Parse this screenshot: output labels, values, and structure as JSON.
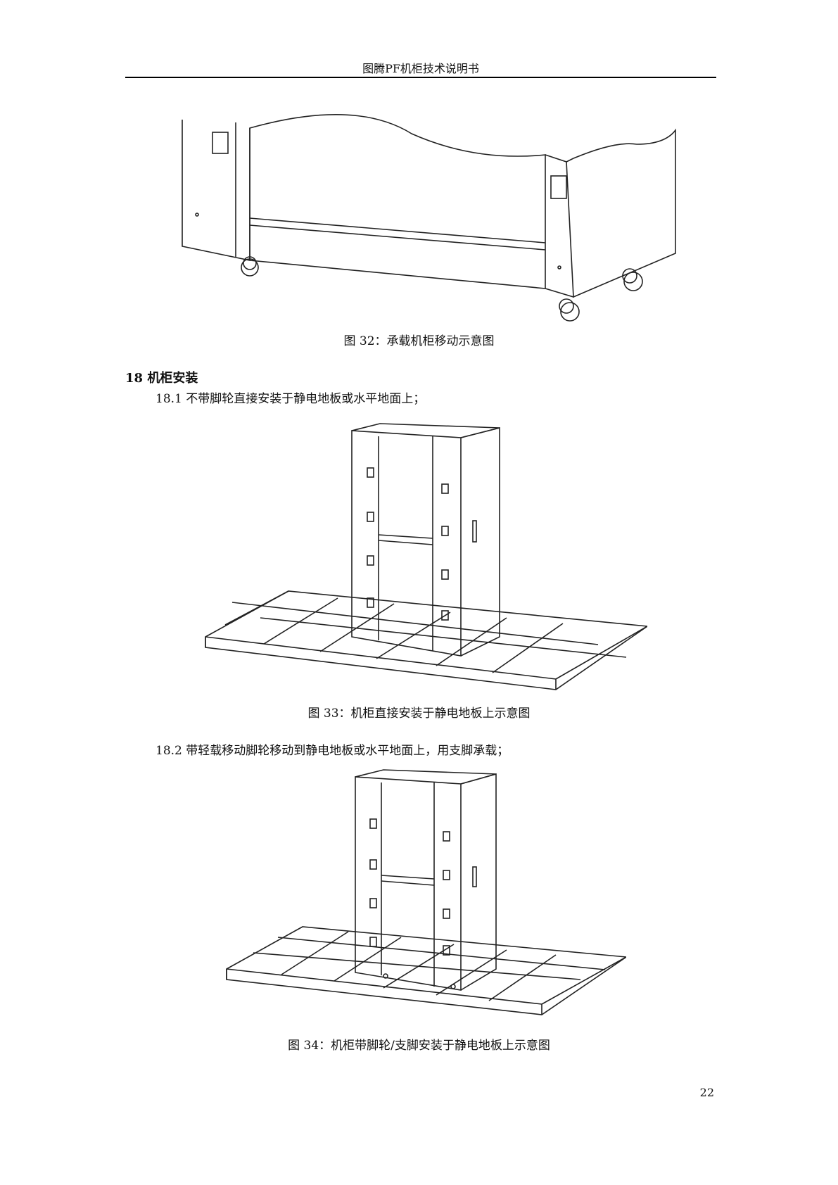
{
  "header": {
    "title": "图腾PF机柜技术说明书"
  },
  "figures": [
    {
      "caption": "图 32：承载机柜移动示意图"
    },
    {
      "caption": "图 33：机柜直接安装于静电地板上示意图"
    },
    {
      "caption": "图 34：机柜带脚轮/支脚安装于静电地板上示意图"
    }
  ],
  "section": {
    "heading": "18  机柜安装",
    "items": [
      {
        "text": "18.1 不带脚轮直接安装于静电地板或水平地面上；"
      },
      {
        "text": "18.2 带轻载移动脚轮移动到静电地板或水平地面上，用支脚承载；"
      }
    ]
  },
  "footer": {
    "page_number": "22"
  }
}
